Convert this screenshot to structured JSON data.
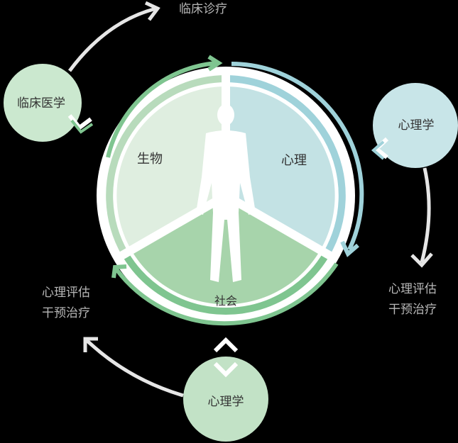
{
  "center": {
    "sector_biology": "生物",
    "sector_psychology": "心理",
    "sector_society": "社会"
  },
  "satellites": {
    "clinical_medicine": "临床医学",
    "psychology_right": "心理学",
    "psychology_bottom": "心理学"
  },
  "outputs": {
    "top": "临床诊疗",
    "right_line1": "心理评估",
    "right_line2": "干预治疗",
    "left_line1": "心理评估",
    "left_line2": "干预治疗"
  },
  "colors": {
    "background": "#000000",
    "biology_fill": "#dfeee0",
    "psychology_fill": "#c3e2e4",
    "society_fill": "#a7d4ab",
    "green_satellite": "#cbe8cf",
    "blue_satellite": "#c8e5e8",
    "green_ring": "#7fc590",
    "blue_ring": "#9fd2da",
    "arrow_gray": "#e6e6e6",
    "output_text": "#b8b8b8"
  },
  "icons": {
    "figure": "human-figure-icon",
    "chevron": "chevron-icon",
    "arrow": "curved-arrow-icon"
  }
}
